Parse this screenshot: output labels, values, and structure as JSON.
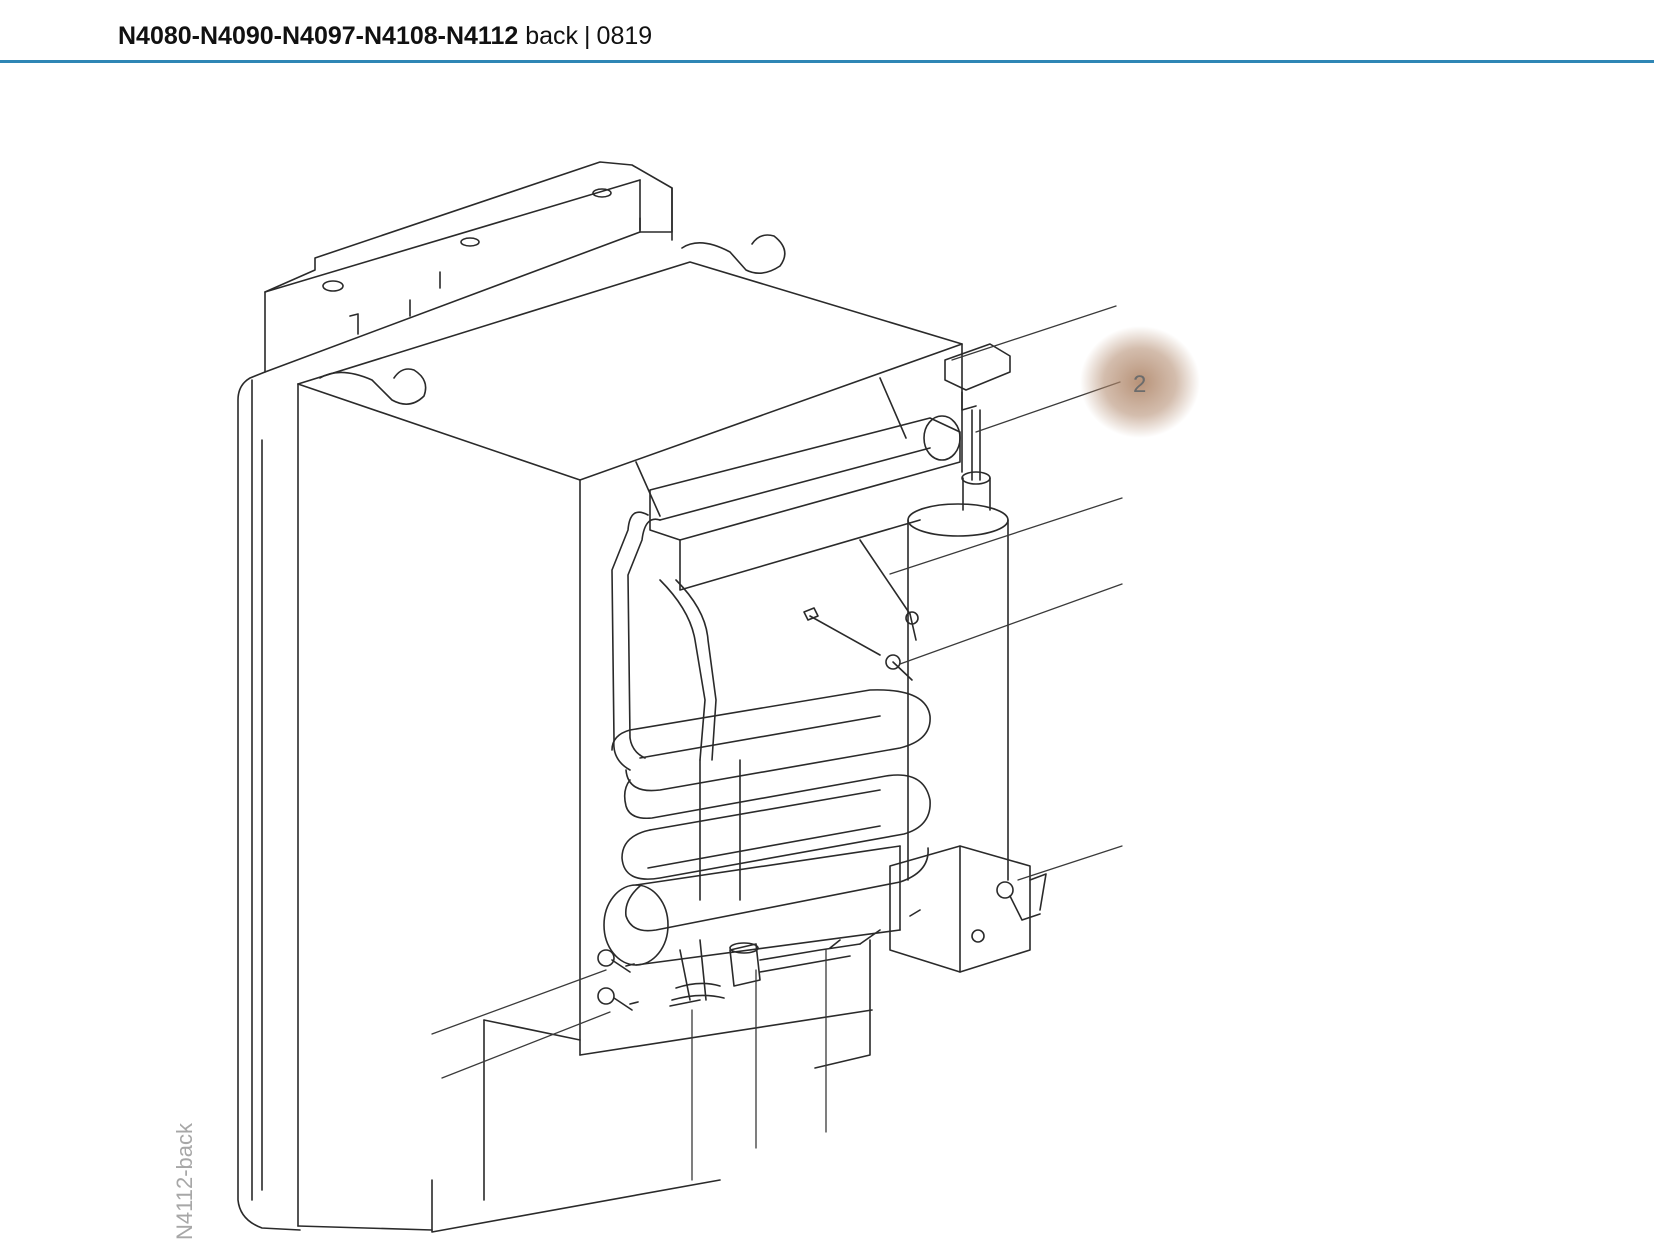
{
  "header": {
    "models": "N4080-N4090-N4097-N4108-N4112",
    "view": "back",
    "separator": "|",
    "code": "0819"
  },
  "callouts": [
    {
      "label": "2"
    }
  ],
  "side_label": "N4112-back",
  "colors": {
    "rule": "#2f86b5",
    "highlight": "#b0876a",
    "line": "#2a2a2a"
  }
}
